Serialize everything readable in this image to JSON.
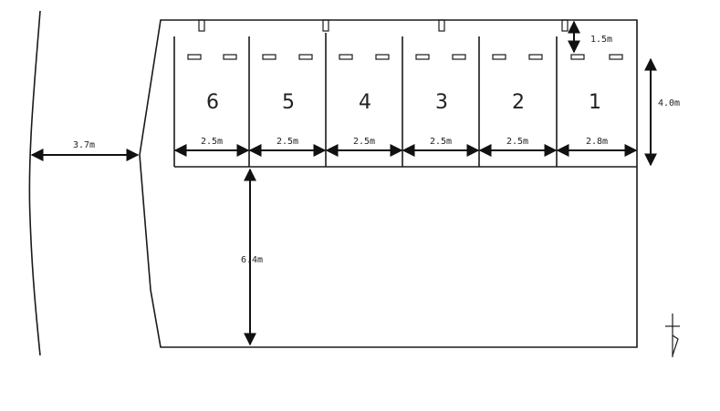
{
  "site_plan": {
    "spaces": [
      {
        "number": "6",
        "width": "2.5m"
      },
      {
        "number": "5",
        "width": "2.5m"
      },
      {
        "number": "4",
        "width": "2.5m"
      },
      {
        "number": "3",
        "width": "2.5m"
      },
      {
        "number": "2",
        "width": "2.5m"
      },
      {
        "number": "1",
        "width": "2.8m"
      }
    ],
    "road_width": "3.7m",
    "space_depth": "4.0m",
    "setback": "1.5m",
    "aisle_depth": "6.4m",
    "north_symbol": "north-arrow-icon"
  }
}
